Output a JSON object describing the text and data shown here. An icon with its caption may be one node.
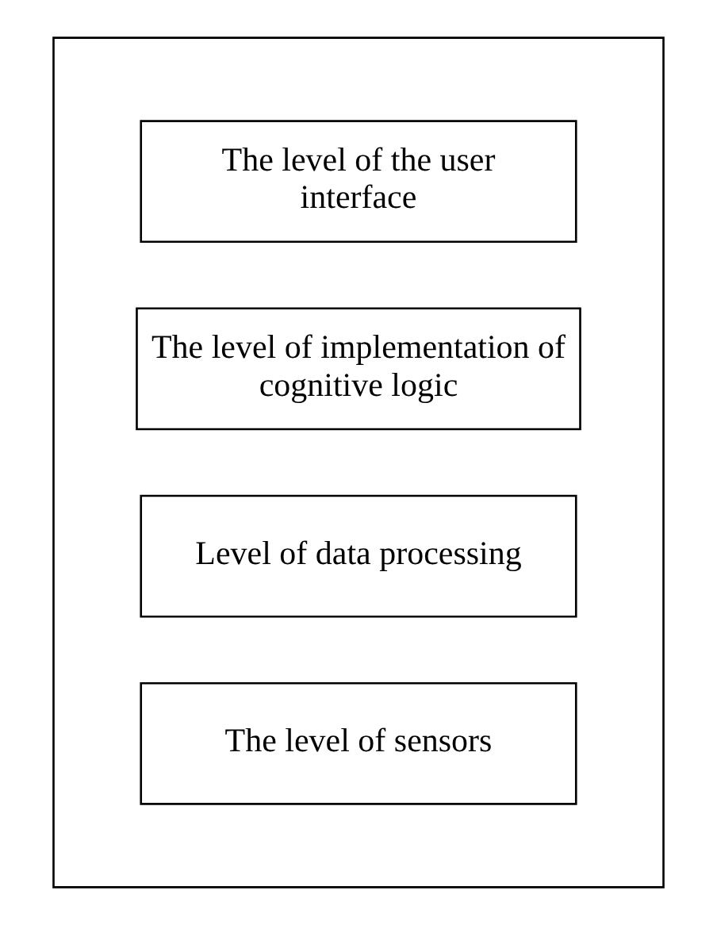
{
  "diagram": {
    "nodes": [
      {
        "text": [],
        "shape": "box"
      },
      {
        "text": [
          "The level of the user interface"
        ],
        "in": 0
      },
      {
        "text": [
          "The level of implementation of cognitive logic"
        ],
        "in": 0
      },
      {
        "text": [
          "Level of data processing"
        ],
        "in": 0
      },
      {
        "text": [
          "The level of sensors"
        ],
        "in": 0
      }
    ]
  }
}
